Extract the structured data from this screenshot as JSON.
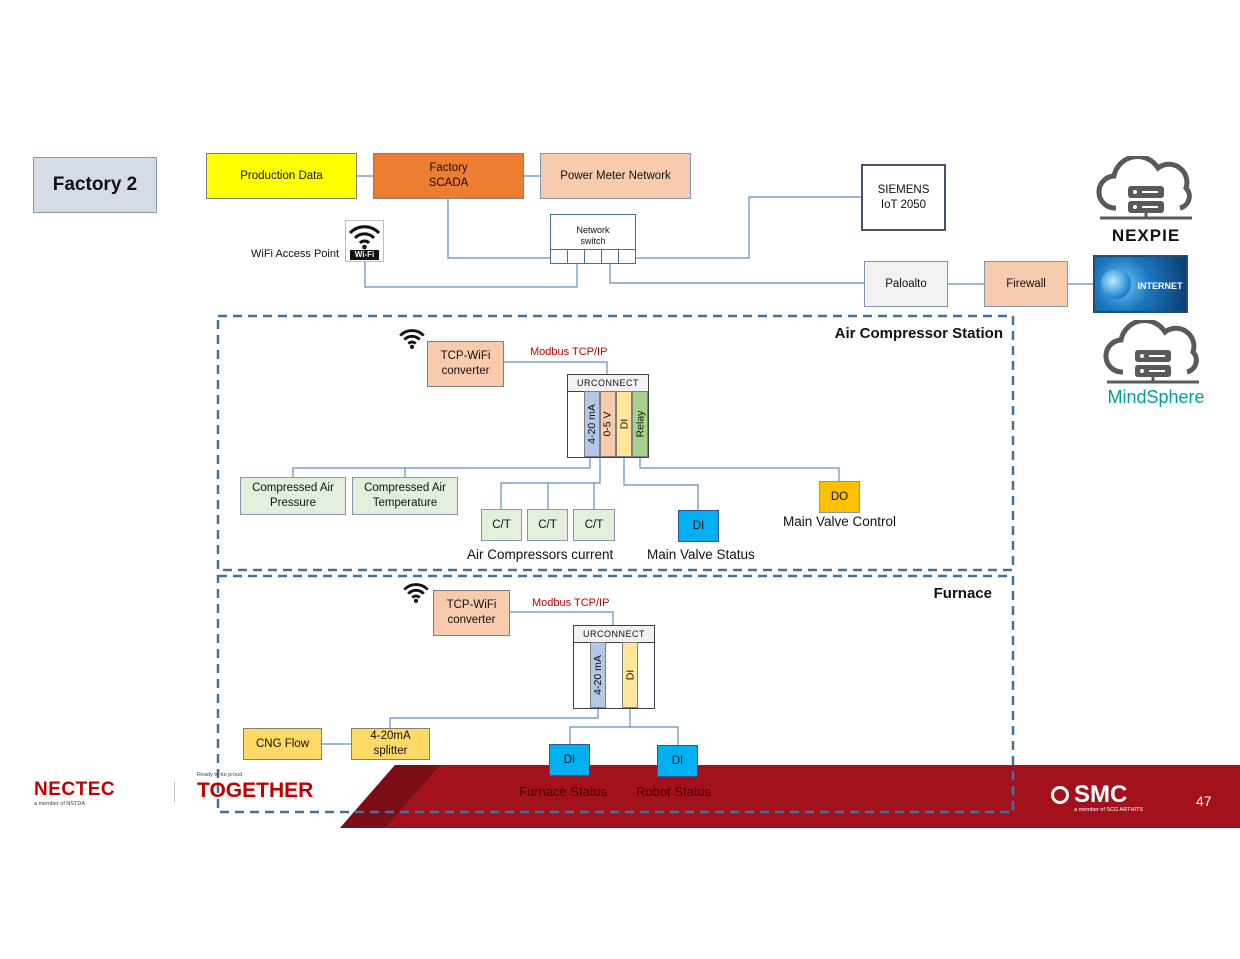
{
  "slide": {
    "title": "Factory 2",
    "page_number": "47"
  },
  "top": {
    "production_data": "Production Data",
    "factory_scada": "Factory\nSCADA",
    "power_meter": "Power Meter Network",
    "network_switch": "Network\nswitch",
    "wifi_ap_label": "WiFi Access Point",
    "wifi_badge": "Wi-Fi",
    "siemens": "SIEMENS\nIoT 2050",
    "paloalto": "Paloalto",
    "firewall": "Firewall"
  },
  "cloud": {
    "nexpie": "NEXPIE",
    "internet": "INTERNET",
    "mindsphere": "MindSphere"
  },
  "air_station": {
    "title": "Air Compressor Station",
    "converter": "TCP-WiFi\nconverter",
    "protocol": "Modbus TCP/IP",
    "urconnect": "URCONNECT",
    "channels": [
      "4-20 mA",
      "0-5 V",
      "DI",
      "Relay"
    ],
    "pressure": "Compressed Air\nPressure",
    "temperature": "Compressed Air\nTemperature",
    "ct": [
      "C/T",
      "C/T",
      "C/T"
    ],
    "ct_caption": "Air Compressors current",
    "di": "DI",
    "di_caption": "Main Valve Status",
    "do": "DO",
    "do_caption": "Main Valve Control"
  },
  "furnace": {
    "title": "Furnace",
    "converter": "TCP-WiFi\nconverter",
    "protocol": "Modbus TCP/IP",
    "urconnect": "URCONNECT",
    "channels": [
      "4-20 mA",
      "DI"
    ],
    "cng_flow": "CNG Flow",
    "splitter": "4-20mA\nsplitter",
    "di_furnace": "DI",
    "di_furnace_caption": "Furnace Status",
    "di_robot": "DI",
    "di_robot_caption": "Robot Status"
  },
  "footer": {
    "nectec": "NECTEC",
    "nectec_sub": "a member of NSTDA",
    "together_small": "Ready to be proud",
    "together": "TOGETHER",
    "smc": "SMC",
    "smc_sub": "a member of SCG ARTHITS"
  },
  "colors": {
    "yellow": "#ffff00",
    "orange": "#ed7d31",
    "peach": "#f8cbad",
    "green": "#e2efda",
    "blue": "#00b0f0",
    "gold": "#ffc000",
    "light_gold": "#ffd966",
    "footer_red": "#a3121c",
    "dash": "#41719c"
  }
}
